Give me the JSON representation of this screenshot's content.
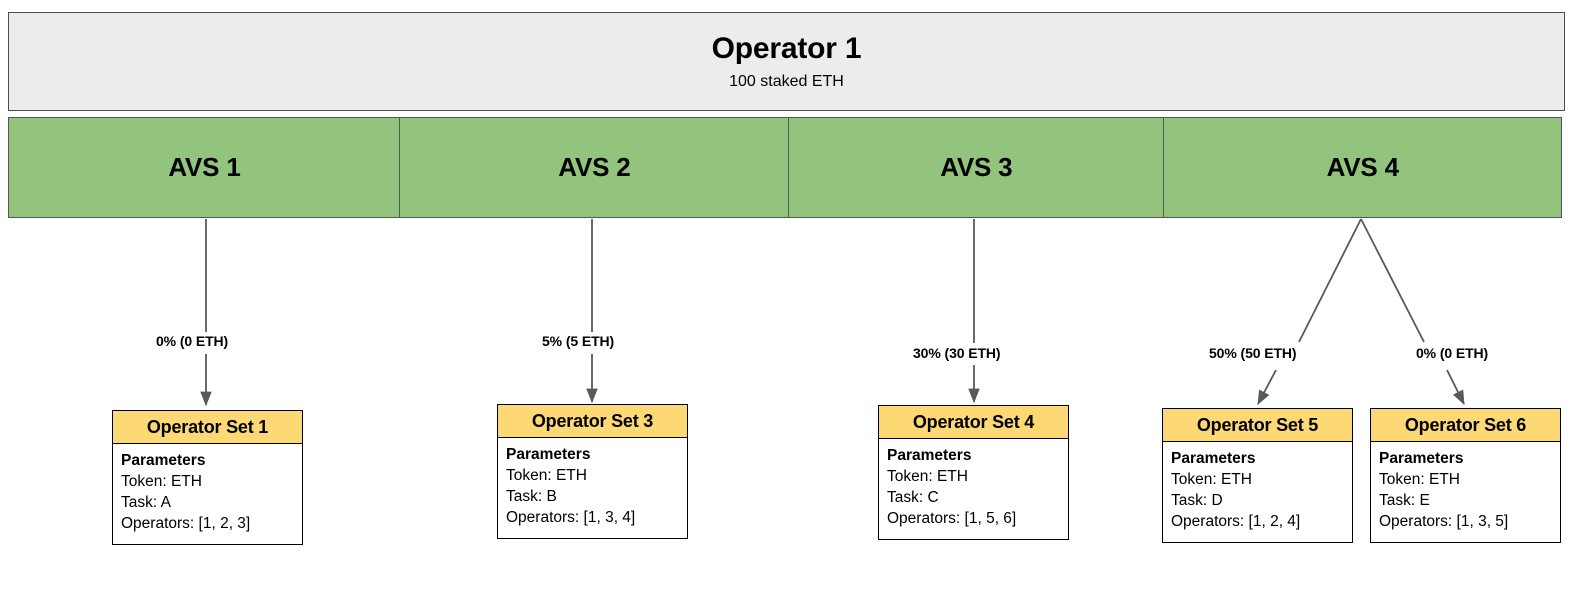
{
  "diagram": {
    "operator": {
      "title": "Operator 1",
      "subtitle": "100 staked ETH",
      "fill": "#ececec"
    },
    "avs_fill": "#93c47d",
    "opset_header_fill": "#fcd975",
    "avs_list": [
      {
        "label": "AVS 1"
      },
      {
        "label": "AVS 2"
      },
      {
        "label": "AVS 3"
      },
      {
        "label": "AVS 4"
      }
    ],
    "allocations": [
      {
        "label": "0% (0 ETH)",
        "from": "AVS 1",
        "to": "Operator Set 1",
        "percent": 0,
        "eth": 0
      },
      {
        "label": "5% (5 ETH)",
        "from": "AVS 2",
        "to": "Operator Set 3",
        "percent": 5,
        "eth": 5
      },
      {
        "label": "30% (30 ETH)",
        "from": "AVS 3",
        "to": "Operator Set 4",
        "percent": 30,
        "eth": 30
      },
      {
        "label": "50% (50 ETH)",
        "from": "AVS 4",
        "to": "Operator Set 5",
        "percent": 50,
        "eth": 50
      },
      {
        "label": "0% (0 ETH)",
        "from": "AVS 4",
        "to": "Operator Set 6",
        "percent": 0,
        "eth": 0
      }
    ],
    "operator_sets": [
      {
        "title": "Operator Set 1",
        "params_heading": "Parameters",
        "token": "Token: ETH",
        "task": "Task: A",
        "operators": "Operators: [1, 2, 3]"
      },
      {
        "title": "Operator Set 3",
        "params_heading": "Parameters",
        "token": "Token: ETH",
        "task": "Task: B",
        "operators": "Operators: [1, 3, 4]"
      },
      {
        "title": "Operator Set 4",
        "params_heading": "Parameters",
        "token": "Token: ETH",
        "task": "Task: C",
        "operators": "Operators: [1, 5, 6]"
      },
      {
        "title": "Operator Set 5",
        "params_heading": "Parameters",
        "token": "Token: ETH",
        "task": "Task: D",
        "operators": "Operators: [1, 2, 4]"
      },
      {
        "title": "Operator Set 6",
        "params_heading": "Parameters",
        "token": "Token: ETH",
        "task": "Task: E",
        "operators": "Operators: [1, 3, 5]"
      }
    ]
  }
}
